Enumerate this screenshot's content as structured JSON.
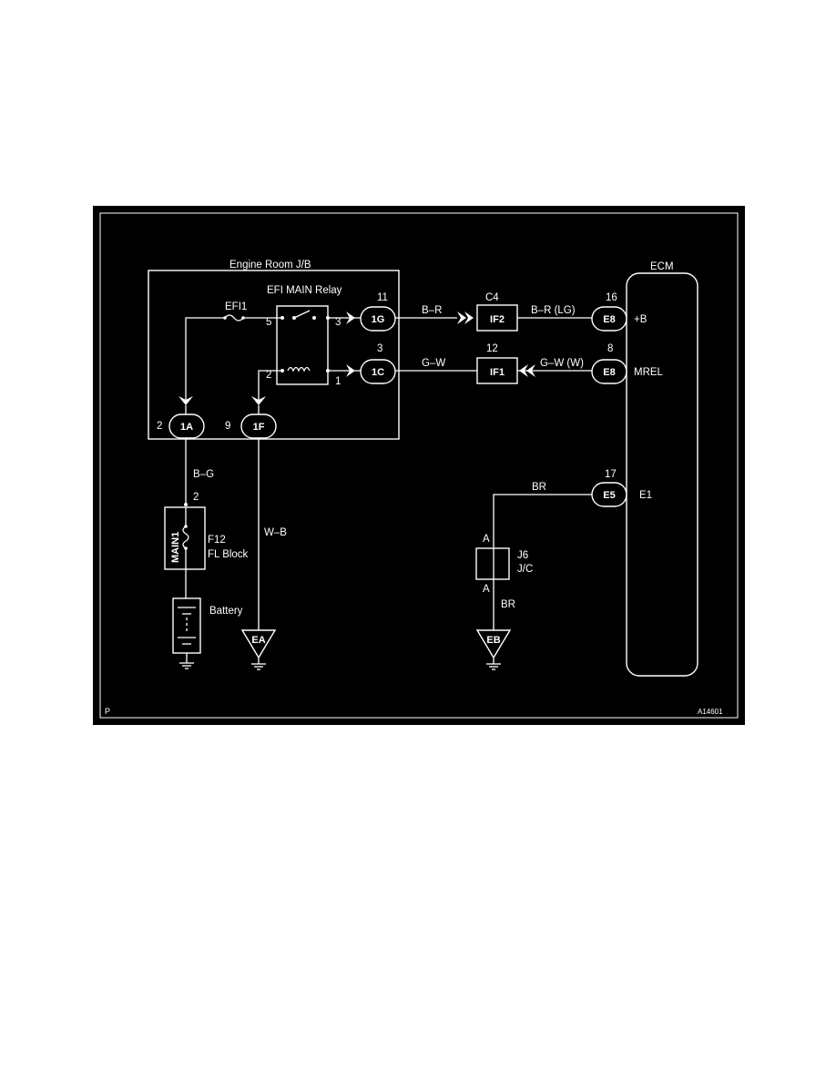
{
  "diagram": {
    "corner_left": "P",
    "corner_right": "A14601",
    "jb": {
      "title": "Engine Room J/B",
      "relay_label": "EFI MAIN Relay",
      "fuse_label": "EFI1",
      "relay_pins": {
        "p5": "5",
        "p3": "3",
        "p2": "2",
        "p1": "1"
      },
      "conn_1G": {
        "pin": "11",
        "name": "1G"
      },
      "conn_1C": {
        "pin": "3",
        "name": "1C"
      },
      "conn_1A": {
        "pin": "2",
        "name": "1A"
      },
      "conn_1F": {
        "pin": "9",
        "name": "1F"
      }
    },
    "wires": {
      "b_r": "B–R",
      "g_w": "G–W",
      "b_r_lg": "B–R (LG)",
      "g_w_w": "G–W (W)",
      "b_g": "B–G",
      "w_b": "W–B",
      "br_top": "BR",
      "br_bottom": "BR"
    },
    "junctions": {
      "IF2": {
        "pin": "C4",
        "name": "IF2"
      },
      "IF1": {
        "pin": "12",
        "name": "IF1"
      }
    },
    "ecm": {
      "title": "ECM",
      "e8_b": {
        "pin": "16",
        "name": "E8",
        "terminal": "+B"
      },
      "e8_mrel": {
        "pin": "8",
        "name": "E8",
        "terminal": "MREL"
      },
      "e5": {
        "pin": "17",
        "name": "E5",
        "terminal": "E1"
      }
    },
    "fl_block": {
      "main_label": "MAIN1",
      "pin": "2",
      "label_line1": "F12",
      "label_line2": "FL Block"
    },
    "battery_label": "Battery",
    "jc": {
      "pin_top": "A",
      "pin_bottom": "A",
      "label_line1": "J6",
      "label_line2": "J/C"
    },
    "grounds": {
      "ea": "EA",
      "eb": "EB"
    }
  }
}
